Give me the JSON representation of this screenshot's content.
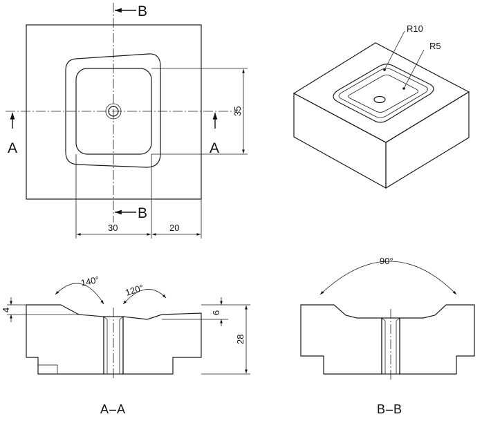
{
  "top_view": {
    "section_ab_top": "B",
    "section_ab_bottom": "B",
    "section_a_left": "A",
    "section_a_right": "A",
    "dim_height": "35",
    "dim_width_left": "30",
    "dim_width_right": "20"
  },
  "iso_view": {
    "radius_large": "R10",
    "radius_small": "R5"
  },
  "section_a": {
    "angle_left": "140°",
    "angle_right": "120°",
    "dim_top_depth": "4",
    "dim_step": "6",
    "dim_height": "28",
    "caption": "A–A"
  },
  "section_b": {
    "angle": "90°",
    "caption": "B–B"
  }
}
